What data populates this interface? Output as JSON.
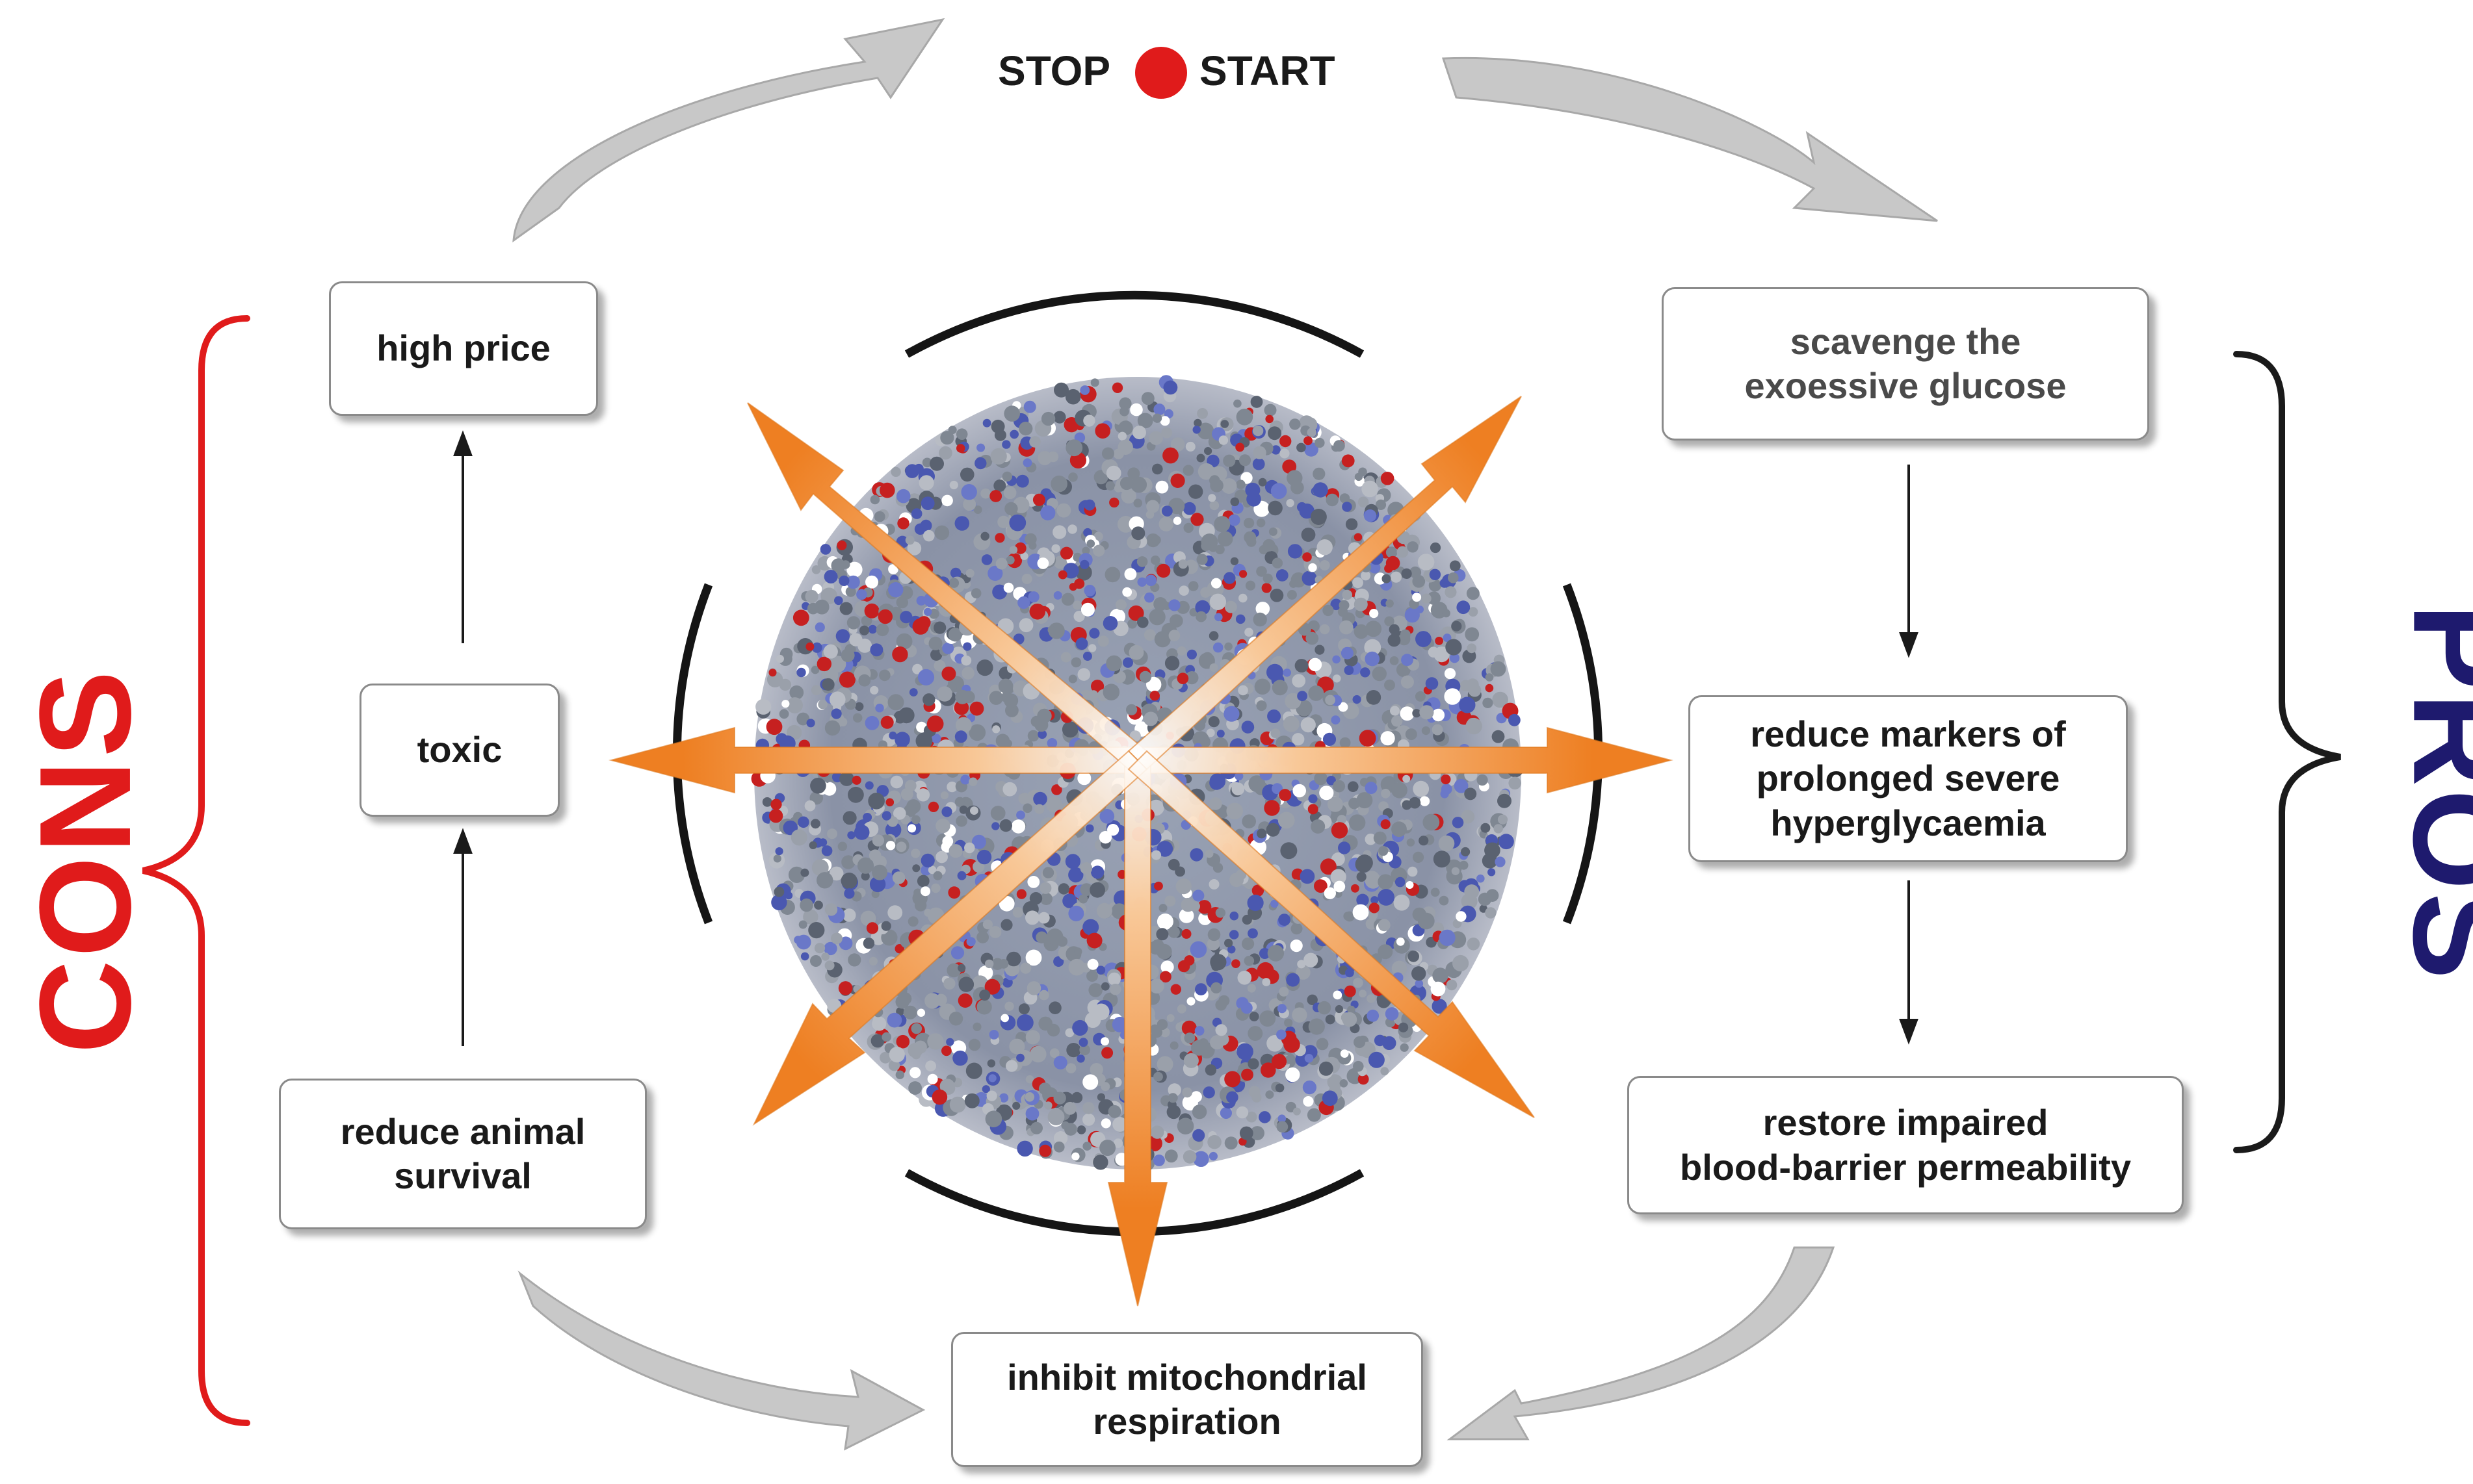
{
  "top": {
    "stop": "STOP",
    "start": "START"
  },
  "labels": {
    "cons": "CONS",
    "pros": "PROS"
  },
  "colors": {
    "cons": "#e01b1b",
    "pros": "#1e1a6e",
    "arrow": "#f08a2e",
    "cycle_arrow": "#c8c8c8",
    "stop_dot": "#e01b1b"
  },
  "cons_boxes": {
    "high_price": "high price",
    "toxic": "toxic",
    "reduce_survival": [
      "reduce animal",
      "survival"
    ]
  },
  "pros_boxes": {
    "scavenge": [
      "scavenge the",
      "exoessive glucose"
    ],
    "reduce_markers": [
      "reduce markers of",
      "prolonged severe",
      "hyperglycaemia"
    ],
    "restore": [
      "restore impaired",
      "blood-barrier permeability"
    ]
  },
  "bottom_box": [
    "inhibit mitochondrial",
    "respiration"
  ],
  "center_image": "nanoparticle-molecular-model"
}
